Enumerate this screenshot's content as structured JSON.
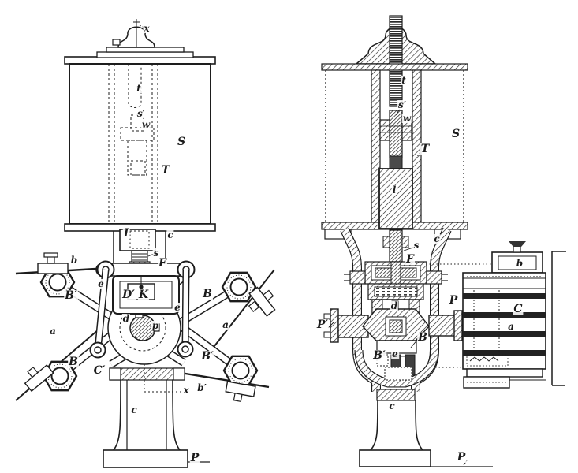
{
  "drawing": {
    "title": "Governor valve mechanism — patent style line drawing, two views",
    "ink_color": "#1d1d1d",
    "paper_color": "#ffffff"
  },
  "figures": {
    "left": {
      "name": "front elevation of governor with crossed weight arms",
      "labels": [
        {
          "t": "x"
        },
        {
          "t": "t"
        },
        {
          "t": "s′"
        },
        {
          "t": "w"
        },
        {
          "t": "S"
        },
        {
          "t": "T"
        },
        {
          "t": "I"
        },
        {
          "t": "c"
        },
        {
          "t": "s"
        },
        {
          "t": "F"
        },
        {
          "t": "b"
        },
        {
          "t": "e"
        },
        {
          "t": "e"
        },
        {
          "t": "B′"
        },
        {
          "t": "B"
        },
        {
          "t": "a"
        },
        {
          "t": "a"
        },
        {
          "t": "d"
        },
        {
          "t": "p"
        },
        {
          "t": "B"
        },
        {
          "t": "B′"
        },
        {
          "t": "C′"
        },
        {
          "t": "x"
        },
        {
          "t": "b′"
        },
        {
          "t": "c"
        },
        {
          "t": "P"
        },
        {
          "t": "D′"
        },
        {
          "t": "K"
        }
      ]
    },
    "right": {
      "name": "vertical section with resistance stack",
      "labels": [
        {
          "t": "t"
        },
        {
          "t": "s′"
        },
        {
          "t": "w"
        },
        {
          "t": "S"
        },
        {
          "t": "T"
        },
        {
          "t": "l"
        },
        {
          "t": "c"
        },
        {
          "t": "s"
        },
        {
          "t": "F"
        },
        {
          "t": "P′"
        },
        {
          "t": "P"
        },
        {
          "t": "d"
        },
        {
          "t": "B"
        },
        {
          "t": "B′"
        },
        {
          "t": "e"
        },
        {
          "t": "b"
        },
        {
          "t": "C"
        },
        {
          "t": "a"
        },
        {
          "t": "c"
        },
        {
          "t": "P"
        }
      ]
    }
  }
}
